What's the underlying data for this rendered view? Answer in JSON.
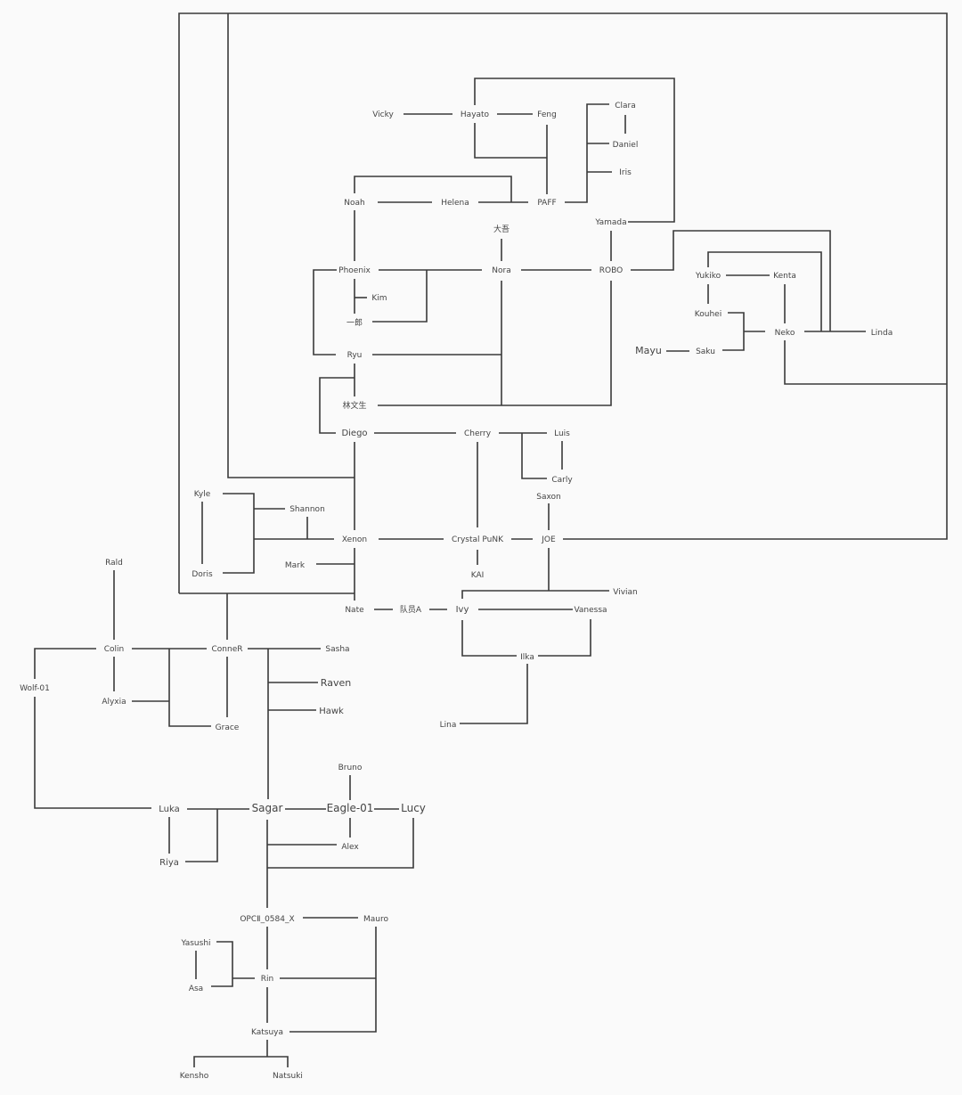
{
  "diagram": {
    "nodes": {
      "vicky": "Vicky",
      "hayato": "Hayato",
      "feng": "Feng",
      "clara": "Clara",
      "daniel": "Daniel",
      "iris": "Iris",
      "noah": "Noah",
      "helena": "Helena",
      "paff": "PAFF",
      "yamada": "Yamada",
      "daigo": "大吾",
      "phoenix": "Phoenix",
      "nora": "Nora",
      "robo": "ROBO",
      "kim": "Kim",
      "ichiro": "一郎",
      "ryu": "Ryu",
      "linwensheng": "林文生",
      "yukiko": "Yukiko",
      "kenta": "Kenta",
      "kouhei": "Kouhei",
      "neko": "Neko",
      "linda": "Linda",
      "mayu": "Mayu",
      "saku": "Saku",
      "diego": "Diego",
      "cherry": "Cherry",
      "luis": "Luis",
      "carly": "Carly",
      "saxon": "Saxon",
      "kyle": "Kyle",
      "shannon": "Shannon",
      "xenon": "Xenon",
      "crystal_punk": "Crystal PuNK",
      "joe": "JOE",
      "mark": "Mark",
      "doris": "Doris",
      "kai": "KAI",
      "rald": "Rald",
      "vivian": "Vivian",
      "nate": "Nate",
      "member_a": "队员A",
      "ivy": "Ivy",
      "vanessa": "Vanessa",
      "colin": "Colin",
      "conner": "ConneR",
      "sasha": "Sasha",
      "ilka": "Ilka",
      "raven": "Raven",
      "wolf01": "Wolf-01",
      "alyxia": "Alyxia",
      "hawk": "Hawk",
      "lina": "Lina",
      "grace": "Grace",
      "bruno": "Bruno",
      "luka": "Luka",
      "sagar": "Sagar",
      "eagle01": "Eagle-01",
      "lucy": "Lucy",
      "alex": "Alex",
      "riya": "Riya",
      "opc": "OPCⅡ_0584_X",
      "mauro": "Mauro",
      "yasushi": "Yasushi",
      "rin": "Rin",
      "asa": "Asa",
      "katsuya": "Katsuya",
      "kensho": "Kensho",
      "natsuki": "Natsuki"
    }
  }
}
